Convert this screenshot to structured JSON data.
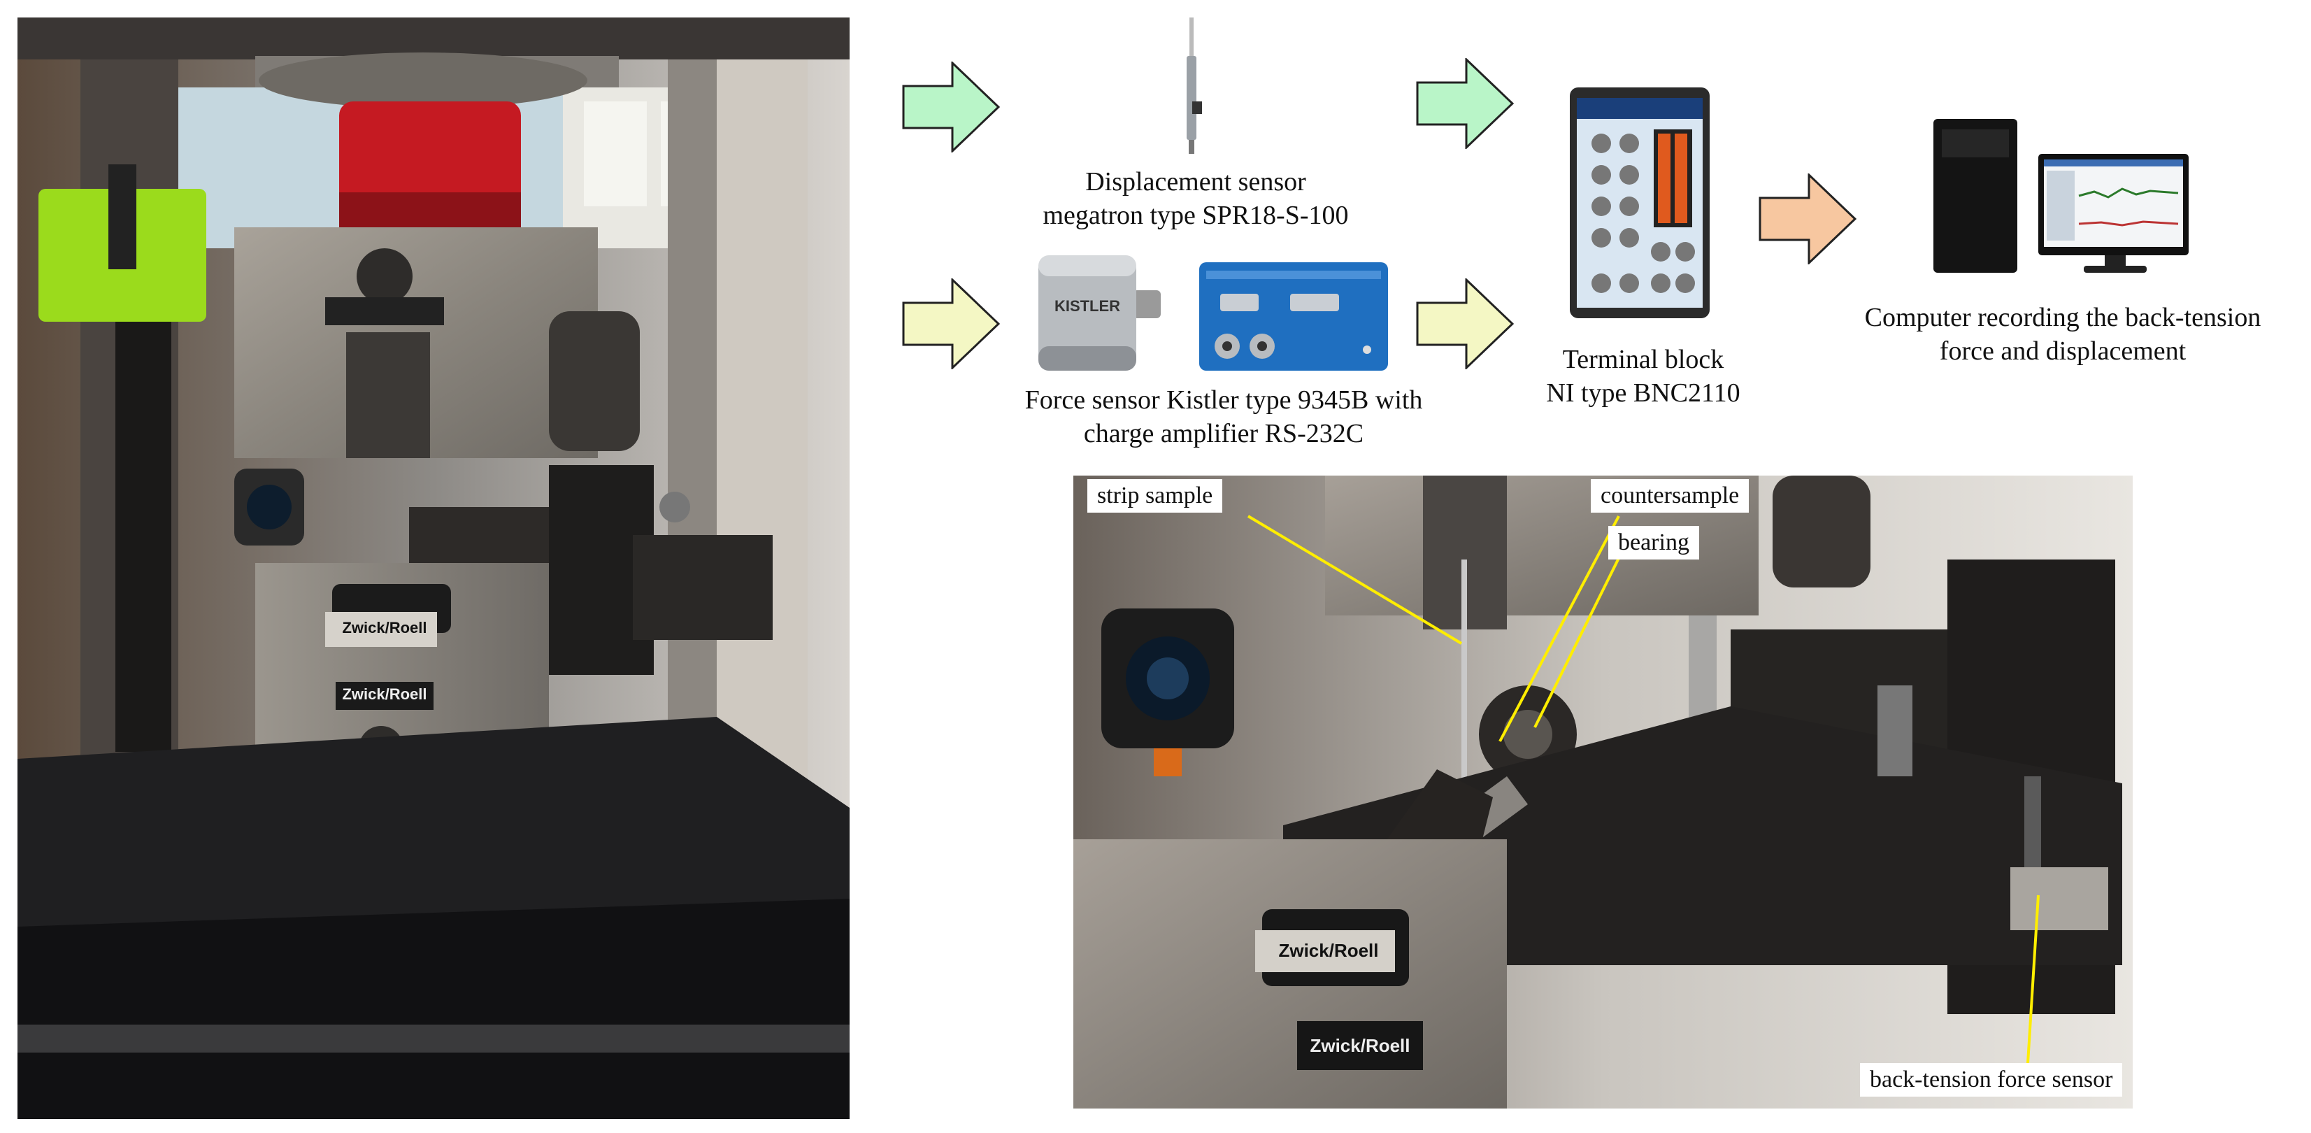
{
  "figure": {
    "left_panel": {
      "photo": "universal testing machine with back-tension device (Zwick/Roell)",
      "logo_text": "Zwick/Roell"
    },
    "flow_diagram": {
      "arrow_colors": {
        "green": "#b9f5c8",
        "yellow": "#f4f7c4",
        "orange": "#f7c7a0",
        "stroke": "#222222"
      },
      "displacement_sensor": {
        "caption_lines": [
          "Displacement sensor",
          "megatron type SPR18-S-100"
        ]
      },
      "force_sensor": {
        "caption_lines": [
          "Force sensor Kistler type 9345B with",
          "charge amplifier RS-232C"
        ],
        "brand_text": "KISTLER"
      },
      "terminal_block": {
        "caption_lines": [
          "Terminal block",
          "NI type BNC2110"
        ]
      },
      "computer": {
        "caption_lines": [
          "Computer recording the back-tension",
          "force and displacement"
        ]
      }
    },
    "detail_photo": {
      "logo_text": "Zwick/Roell",
      "callouts": {
        "strip_sample": "strip sample",
        "countersample": "countersample",
        "bearing": "bearing",
        "back_tension_sensor": "back-tension force sensor"
      },
      "callout_line_color": "#ffee00"
    }
  }
}
